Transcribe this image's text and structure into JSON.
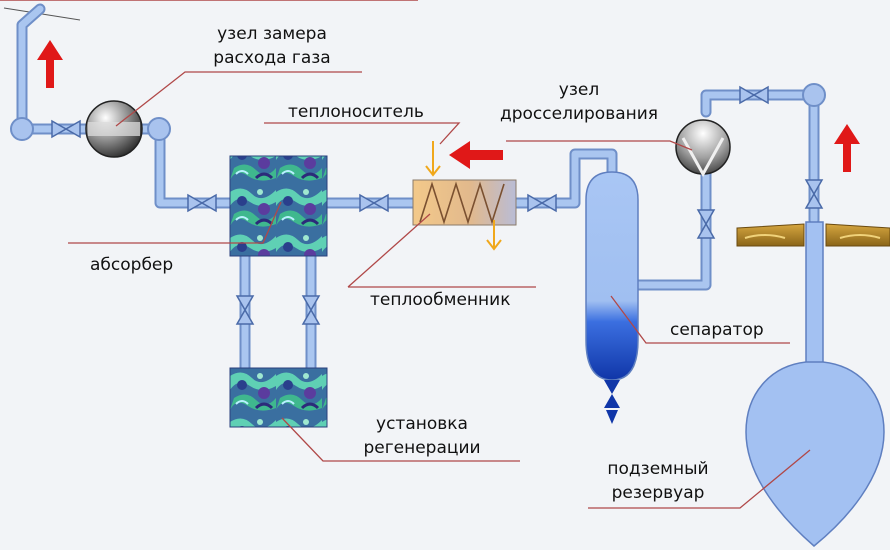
{
  "labels": {
    "gas_meter_line1": "узел замера",
    "gas_meter_line2": "расхода газа",
    "heat_carrier": "теплоноситель",
    "throttle_line1": "узел",
    "throttle_line2": "дросселирования",
    "absorber": "абсорбер",
    "heat_exchanger": "теплообменник",
    "separator": "сепаратор",
    "regen_line1": "установка",
    "regen_line2": "регенерации",
    "reservoir_line1": "подземный",
    "reservoir_line2": "резервуар"
  },
  "colors": {
    "pipe": "#a9c3ee",
    "pipe_edge": "#6f8fc8",
    "leader": "#b04848",
    "flow_arrow": "#e01818",
    "heat_arrow": "#f0a81c",
    "vessel": "#a3c1f2",
    "ground": "#b88a2c"
  },
  "icons": {
    "flow_arrow": "red-arrow-icon",
    "heat_arrow": "orange-arrow-icon",
    "valve": "valve-icon",
    "meter": "flow-meter-icon"
  }
}
